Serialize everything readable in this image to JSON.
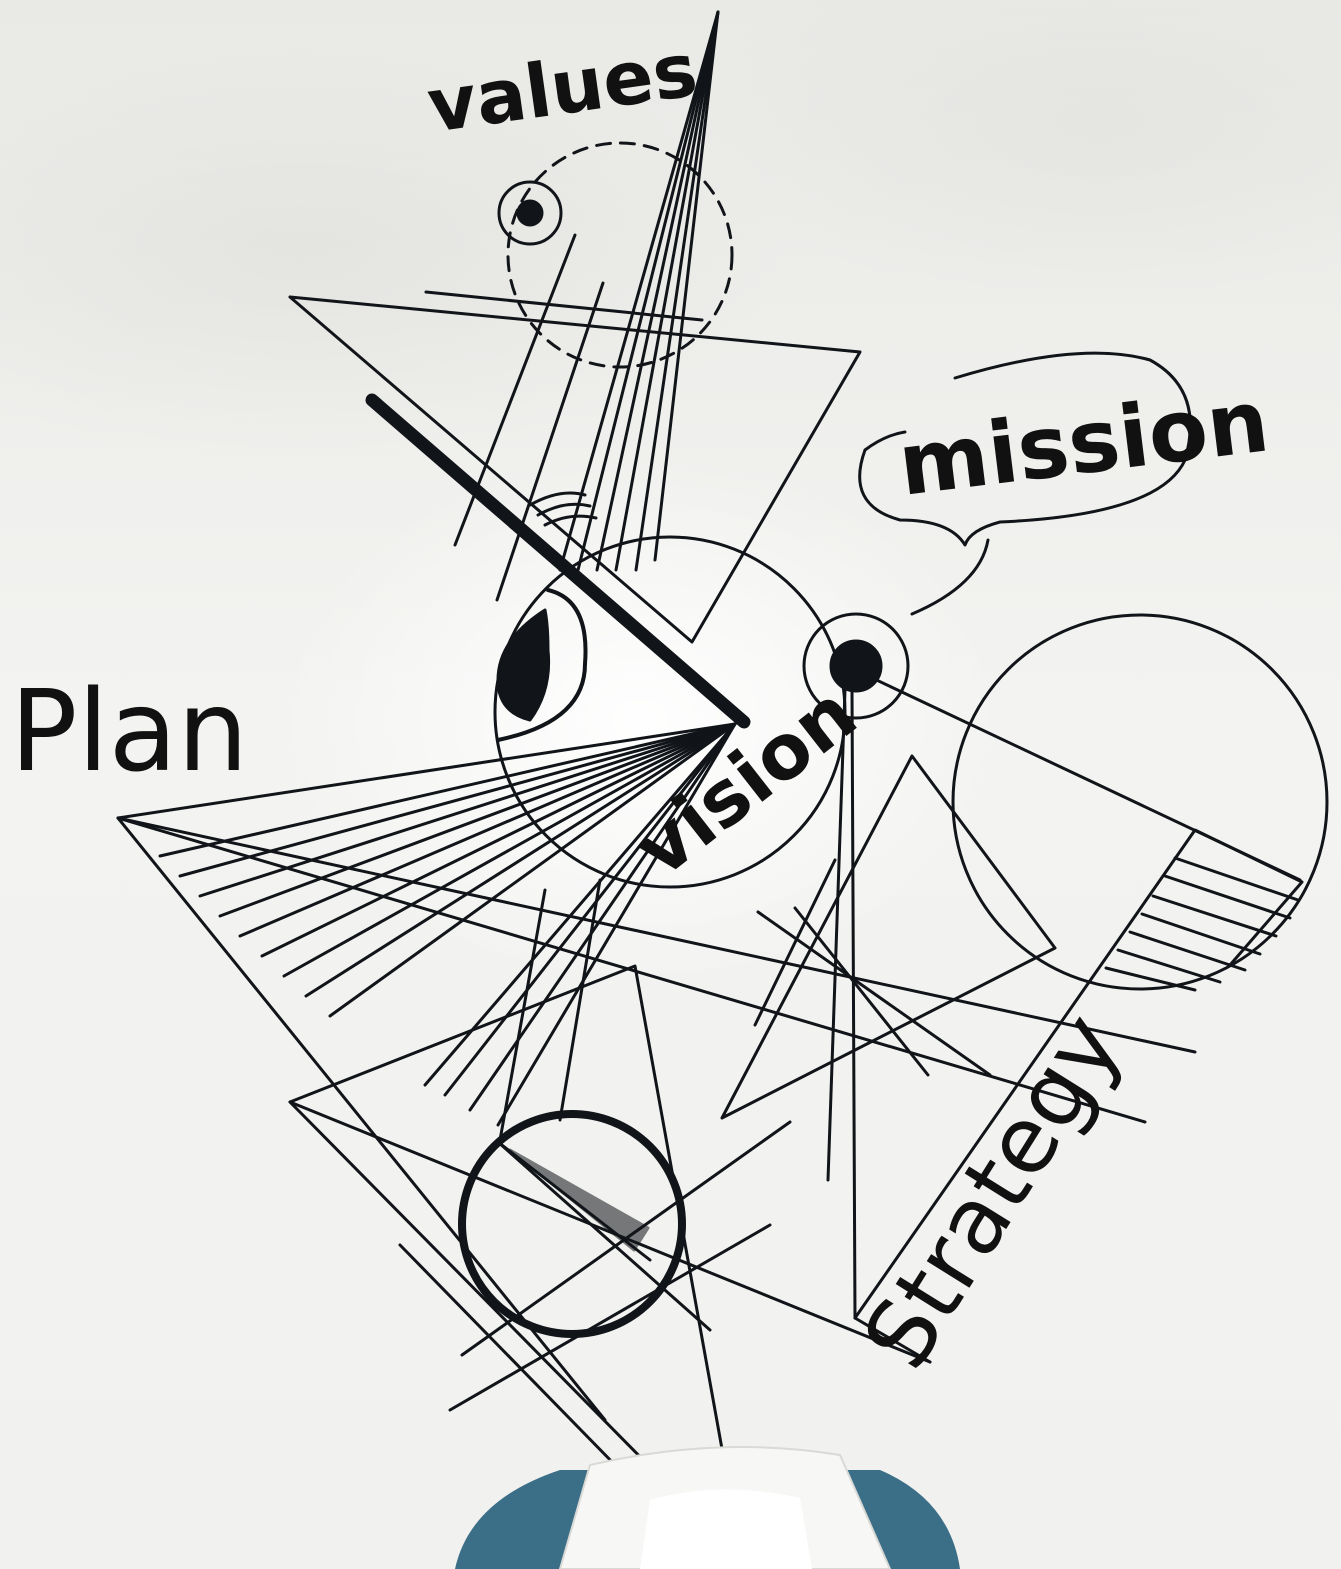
{
  "labels": {
    "values": "values",
    "mission": "mission",
    "plan": "Plan",
    "vision": "vision",
    "strategy": "Strategy"
  },
  "colors": {
    "ink": "#111418",
    "wall": "#eeeeec",
    "shirt": "#f7f7f6",
    "jacket": "#3b6e87"
  }
}
